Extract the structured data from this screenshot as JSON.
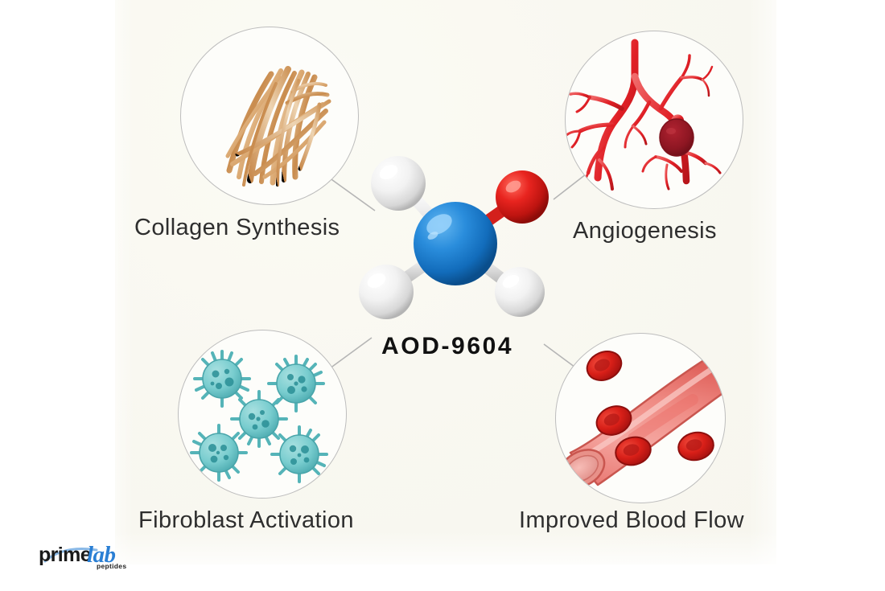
{
  "graphic": {
    "title": "AOD-9604 mechanism infographic",
    "background_color": "#ffffff",
    "panel_color": "#f9f8f1",
    "connector_color": "#b0b0b0",
    "circle_border_color": "#bdbdbd"
  },
  "center": {
    "label": "AOD-9604",
    "molecule": {
      "name": "ball-and-stick-molecule",
      "core_atom_color": "#1878c8",
      "hydrogen_atom_color": "#f2f2f2",
      "oxygen_atom_color": "#d91f1f",
      "atoms": [
        {
          "element": "core",
          "position": "center",
          "color": "#1878c8"
        },
        {
          "element": "H",
          "position": "upper-left",
          "color": "#f2f2f2"
        },
        {
          "element": "O",
          "position": "upper-right",
          "color": "#d91f1f"
        },
        {
          "element": "H",
          "position": "lower-left",
          "color": "#f2f2f2"
        },
        {
          "element": "H",
          "position": "lower-right",
          "color": "#f2f2f2"
        }
      ]
    }
  },
  "nodes": [
    {
      "id": "collagen-synthesis",
      "label": "Collagen Synthesis",
      "icon": "collagen-fibers-icon",
      "position": "top-left",
      "accent_color": "#c98c4e"
    },
    {
      "id": "angiogenesis",
      "label": "Angiogenesis",
      "icon": "blood-vessel-branching-icon",
      "position": "top-right",
      "accent_color": "#e12a33"
    },
    {
      "id": "fibroblast-activation",
      "label": "Fibroblast Activation",
      "icon": "fibroblast-cells-icon",
      "position": "bottom-left",
      "accent_color": "#53b3b8"
    },
    {
      "id": "improved-blood-flow",
      "label": "Improved Blood Flow",
      "icon": "blood-vessel-tube-icon",
      "position": "bottom-right",
      "accent_color": "#e8564f"
    }
  ],
  "logo": {
    "name": "primelab-peptides-logo",
    "word_primary": "prime",
    "word_secondary": "lab",
    "word_tertiary": "peptides",
    "primary_color": "#1a1a1a",
    "secondary_color": "#2a7fd4"
  }
}
